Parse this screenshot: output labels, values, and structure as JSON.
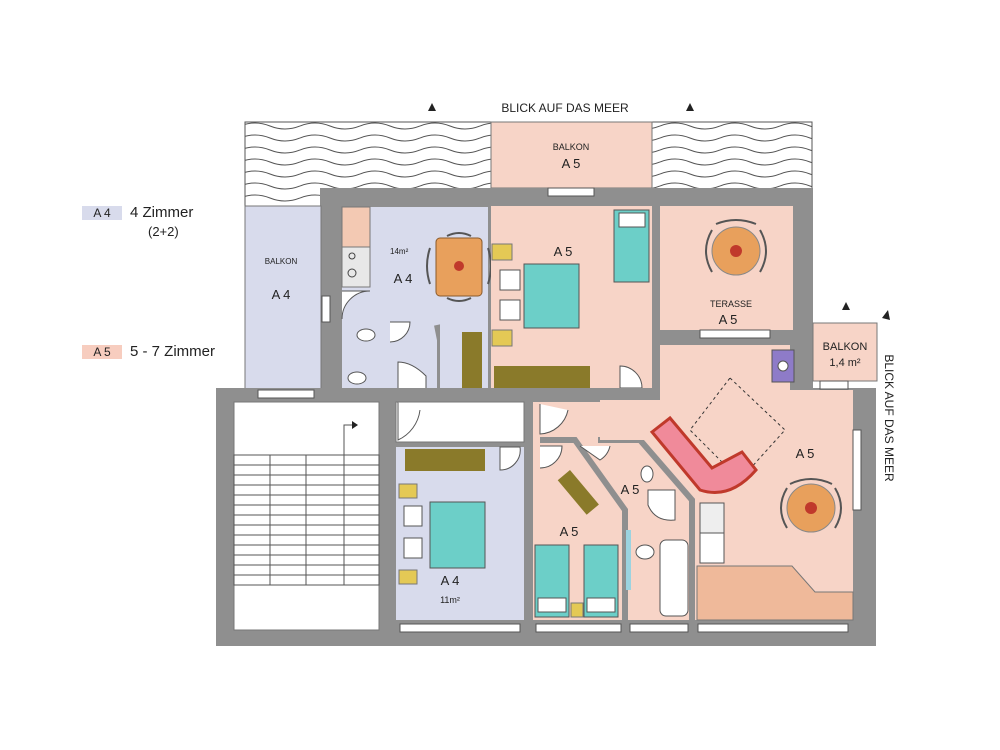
{
  "legend": [
    {
      "code": "A 4",
      "label": "4 Zimmer",
      "sub": "(2+2)",
      "color": "#d8dbec"
    },
    {
      "code": "A 5",
      "label": "5 - 7 Zimmer",
      "color": "#f7cdbf"
    }
  ],
  "view_top": "BLICK AUF DAS MEER",
  "view_right": "BLICK AUF DAS MEER",
  "rooms": {
    "balkon_top": "BALKON",
    "balkon_top_unit": "A 5",
    "balkon_left": "BALKON",
    "balkon_left_unit": "A 4",
    "a4_kitchen_area": "14m²",
    "a4_kitchen_unit": "A 4",
    "a5_bedroom_unit": "A 5",
    "terasse": "TERASSE",
    "terasse_unit": "A 5",
    "balkon_right": "BALKON",
    "balkon_right_area": "1,4 m²",
    "a5_living_unit": "A 5",
    "a5_bath_unit": "A 5",
    "a5_kids_unit": "A 5",
    "a4_bedroom_unit": "A 4",
    "a4_bedroom_area": "11m²"
  },
  "colors": {
    "a4": "#d8dbec",
    "a5": "#f7d4c7",
    "wall": "#8f8f8f",
    "bed": "#6ccfc8",
    "table": "#e8a05c",
    "counter": "#8a7a2a"
  }
}
